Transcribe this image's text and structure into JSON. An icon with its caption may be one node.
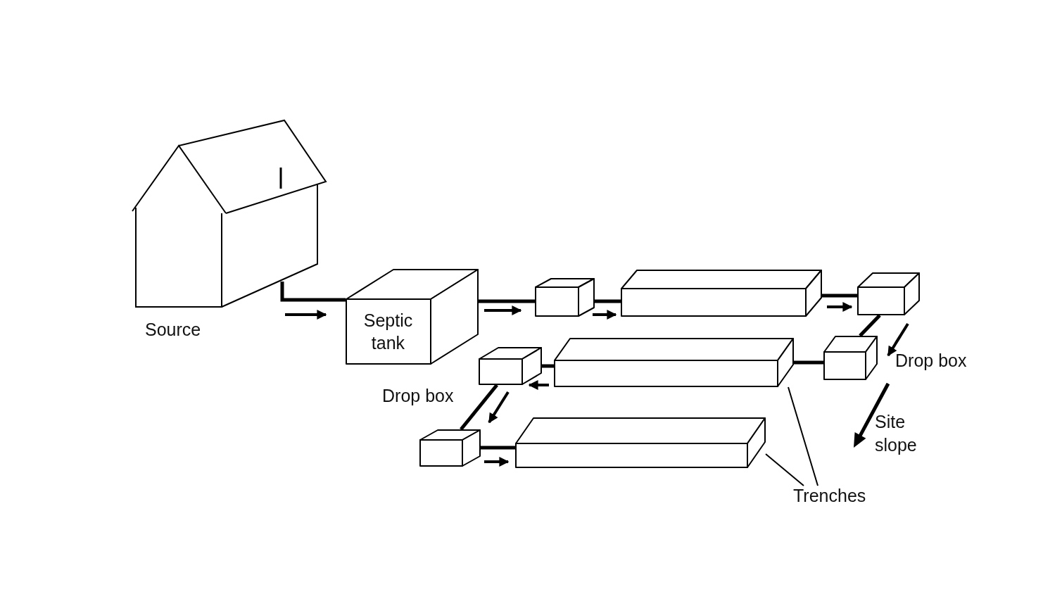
{
  "diagram": {
    "nodes": [
      {
        "text": [],
        "shape": "picture",
        "beside": [
          "Source"
        ]
      },
      {
        "text": [
          "Septic tank"
        ]
      },
      {
        "text": [],
        "shape": "box"
      },
      {
        "text": [],
        "shape": "box"
      },
      {
        "text": [],
        "shape": "box"
      },
      {
        "text": [],
        "shape": "box"
      },
      {
        "text": [],
        "shape": "box"
      },
      {
        "text": [],
        "shape": "box"
      },
      {
        "text": [],
        "shape": "box"
      },
      {
        "text": [],
        "shape": "box"
      },
      {
        "text": [
          "Trenches"
        ]
      }
    ],
    "edges": [
      {
        "from": 0,
        "to": 1,
        "arrow": "none"
      },
      {
        "from": 1,
        "to": 2,
        "arrow": "none"
      },
      {
        "from": 2,
        "to": 3,
        "arrow": "none"
      },
      {
        "from": 3,
        "to": 4,
        "arrow": "none"
      },
      {
        "from": 4,
        "to": 5,
        "arrow": "none"
      },
      {
        "from": 5,
        "to": 6,
        "arrow": "none"
      },
      {
        "from": 6,
        "to": 7,
        "arrow": "none"
      },
      {
        "from": 7,
        "to": 8,
        "arrow": "none"
      },
      {
        "from": 8,
        "to": 9,
        "arrow": "none"
      },
      {
        "from": 10,
        "to": 6,
        "arrow": "none"
      },
      {
        "from": 10,
        "to": 9,
        "arrow": "none"
      },
      {
        "from": 0,
        "to": 1,
        "arrow": "to"
      },
      {
        "from": 1,
        "to": 2,
        "arrow": "to"
      },
      {
        "from": 2,
        "to": 3,
        "arrow": "to"
      },
      {
        "from": 3,
        "to": 4,
        "arrow": "to"
      },
      {
        "from": 4,
        "to": 5,
        "arrow": "to"
      },
      {
        "from": 6,
        "to": 7,
        "arrow": "to"
      },
      {
        "from": 7,
        "to": 8,
        "arrow": "to"
      },
      {
        "from": 8,
        "to": 9,
        "arrow": "to"
      }
    ],
    "labels": [
      "Drop box",
      "Drop box",
      "Site slope"
    ]
  }
}
